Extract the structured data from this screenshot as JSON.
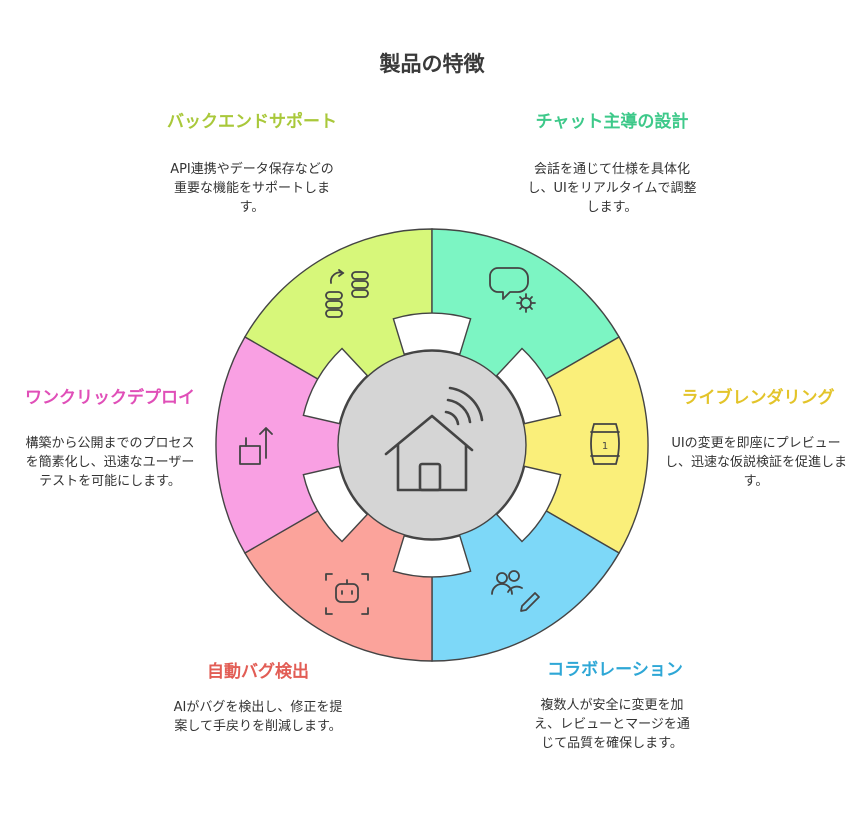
{
  "title": "製品の特徴",
  "features": [
    {
      "key": "backend",
      "title": "バックエンドサポート",
      "description": "API連携やデータ保存などの重要な機能をサポートします。",
      "color": "#d7f77a",
      "title_color": "#a9c83a",
      "icon": "server-sync-icon"
    },
    {
      "key": "chat",
      "title": "チャット主導の設計",
      "description": "会話を通じて仕様を具体化し、UIをリアルタイムで調整します。",
      "color": "#7cf5c3",
      "title_color": "#3ec98a",
      "icon": "chat-gear-icon"
    },
    {
      "key": "live",
      "title": "ライブレンダリング",
      "description": "UIの変更を即座にプレビューし、迅速な仮説検証を促進します。",
      "color": "#faef7a",
      "title_color": "#e3c42a",
      "icon": "barrel-icon"
    },
    {
      "key": "collab",
      "title": "コラボレーション",
      "description": "複数人が安全に変更を加え、レビューとマージを通じて品質を確保します。",
      "color": "#7dd8f8",
      "title_color": "#2ea7d6",
      "icon": "users-edit-icon"
    },
    {
      "key": "bug",
      "title": "自動バグ検出",
      "description": "AIがバグを検出し、修正を提案して手戻りを削減します。",
      "color": "#fba39b",
      "title_color": "#e25d55",
      "icon": "bot-scan-icon"
    },
    {
      "key": "deploy",
      "title": "ワンクリックデプロイ",
      "description": "構築から公開までのプロセスを簡素化し、迅速なユーザーテストを可能にします。",
      "color": "#f9a0e3",
      "title_color": "#e04fb8",
      "icon": "deploy-arrow-icon"
    }
  ],
  "center_icon": "smart-home-icon",
  "center_color": "#d5d5d5"
}
